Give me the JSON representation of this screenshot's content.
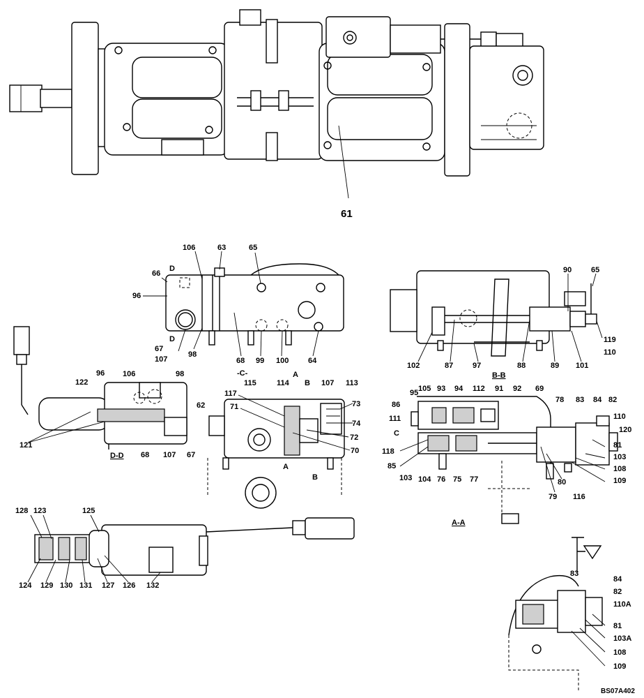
{
  "diagram": {
    "code": "BS07A402",
    "main_pump_label": "61",
    "view_C": {
      "title": "-C-",
      "labels": [
        "106",
        "63",
        "65",
        "66",
        "96",
        "D",
        "67",
        "107",
        "98",
        "68",
        "99",
        "100",
        "64",
        "D"
      ]
    },
    "view_BB": {
      "title": "B-B",
      "labels": [
        "90",
        "65",
        "119",
        "110",
        "102",
        "87",
        "97",
        "88",
        "89",
        "101"
      ]
    },
    "view_DD": {
      "title": "D-D",
      "labels": [
        "96",
        "122",
        "106",
        "98",
        "121",
        "68",
        "107",
        "67"
      ]
    },
    "view_AA_mid": {
      "labels": [
        "A",
        "115",
        "114",
        "B",
        "107",
        "113",
        "117",
        "73",
        "62",
        "71",
        "74",
        "72",
        "70",
        "A",
        "B"
      ]
    },
    "view_AA": {
      "title": "A-A",
      "labels": [
        "95",
        "105",
        "93",
        "94",
        "112",
        "91",
        "92",
        "69",
        "86",
        "78",
        "83",
        "84",
        "82",
        "111",
        "C",
        "110",
        "120",
        "118",
        "81",
        "103",
        "85",
        "103",
        "104",
        "76",
        "75",
        "77",
        "79",
        "80",
        "116",
        "108",
        "109"
      ]
    },
    "solenoid": {
      "labels": [
        "128",
        "123",
        "125",
        "124",
        "129",
        "130",
        "131",
        "127",
        "126",
        "132"
      ]
    },
    "detail": {
      "labels": [
        "83",
        "84",
        "82",
        "110A",
        "81",
        "103A",
        "108",
        "109"
      ]
    }
  }
}
